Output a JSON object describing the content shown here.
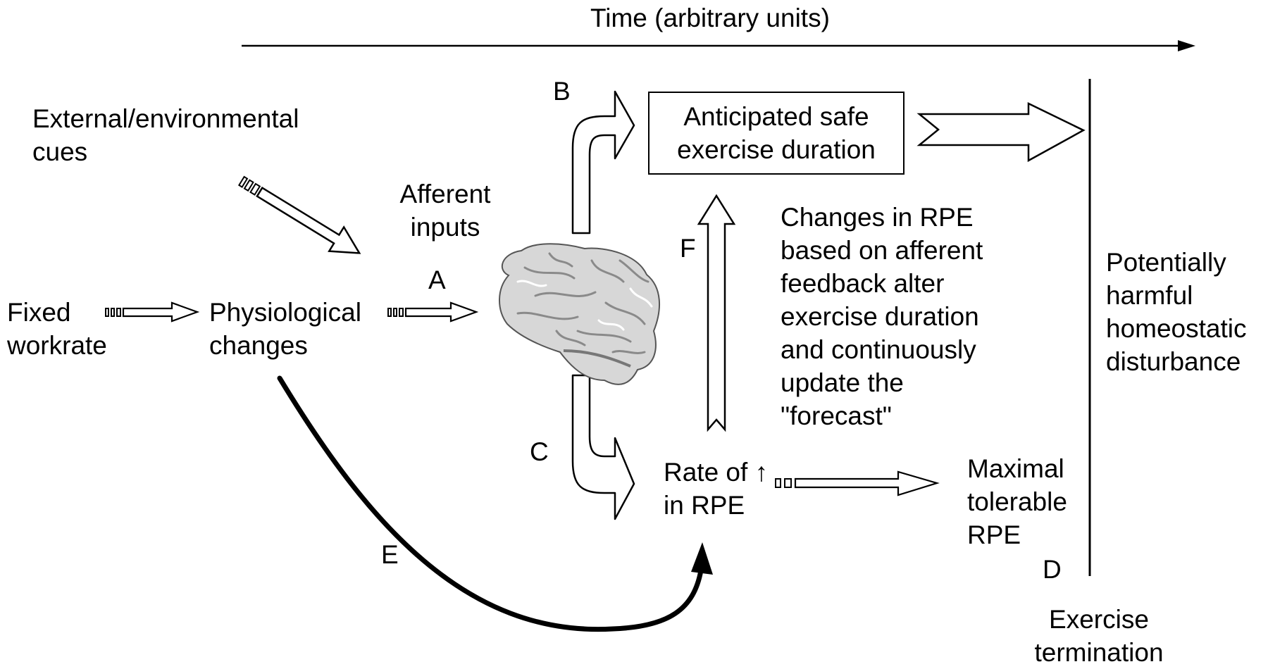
{
  "time_axis": {
    "label": "Time (arbitrary units)"
  },
  "nodes": {
    "external_cues": "External/environmental\ncues",
    "afferent_inputs": "Afferent\ninputs",
    "fixed_workrate": "Fixed\nworkrate",
    "physiological_changes": "Physiological\nchanges",
    "anticipated_duration": "Anticipated safe\nexercise duration",
    "changes_in_rpe": "Changes in RPE\nbased on afferent\nfeedback alter\nexercise duration\nand continuously\nupdate the\n\"forecast\"",
    "rate_of_rpe": "Rate of ↑\nin RPE",
    "maximal_rpe": "Maximal\ntolerable\nRPE",
    "harmful_disturbance": "Potentially\nharmful\nhomeostatic\ndisturbance",
    "exercise_termination": "Exercise\ntermination"
  },
  "labels": {
    "A": "A",
    "B": "B",
    "C": "C",
    "D": "D",
    "E": "E",
    "F": "F"
  },
  "brain_icon": "brain-image"
}
